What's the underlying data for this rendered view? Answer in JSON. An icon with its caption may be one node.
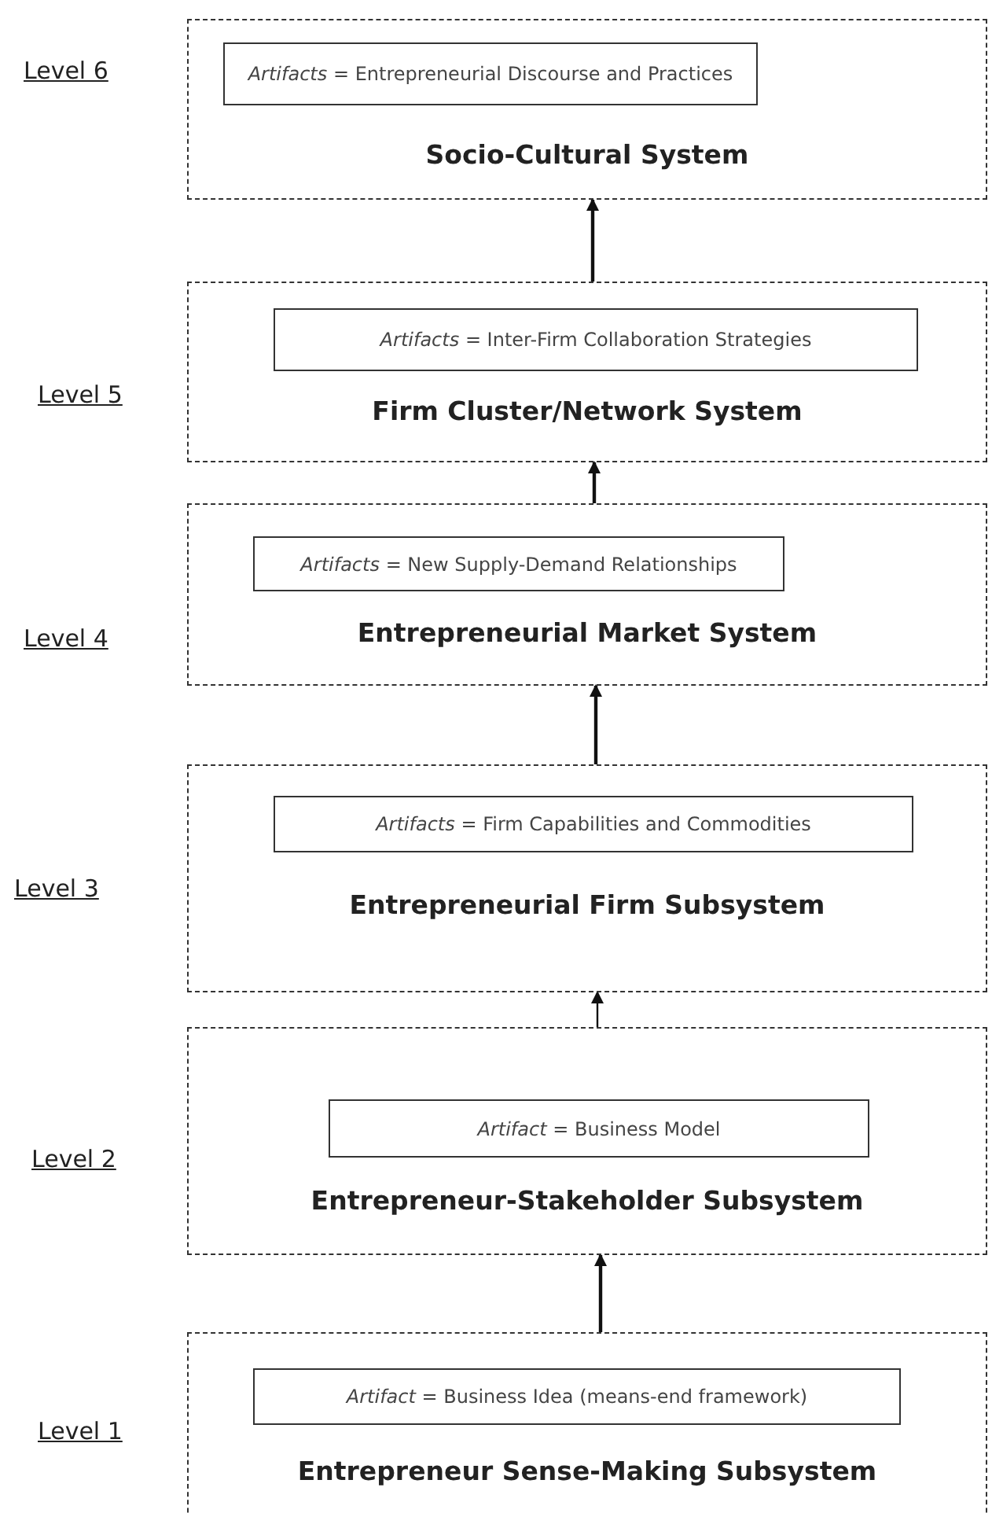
{
  "diagram": {
    "nodes": [
      {
        "text": [
          "Socio-Cultural System"
        ],
        "beside": [
          "Level 6"
        ]
      },
      {
        "text": [
          "*Artifacts* = Entrepreneurial Discourse and Practices"
        ],
        "in": 0
      },
      {
        "text": [
          "Firm Cluster/Network System"
        ],
        "beside": [
          "Level 5"
        ]
      },
      {
        "text": [
          "*Artifacts* = Inter-Firm Collaboration Strategies"
        ],
        "in": 2
      },
      {
        "text": [
          "Entrepreneurial Market System"
        ],
        "beside": [
          "Level 4"
        ]
      },
      {
        "text": [
          "*Artifacts* = New Supply-Demand Relationships"
        ],
        "in": 4
      },
      {
        "text": [
          "Entrepreneurial Firm Subsystem"
        ],
        "beside": [
          "Level 3"
        ]
      },
      {
        "text": [
          "*Artifacts* = Firm Capabilities and Commodities"
        ],
        "in": 6
      },
      {
        "text": [
          "Entrepreneur-Stakeholder Subsystem"
        ],
        "beside": [
          "Level 2"
        ]
      },
      {
        "text": [
          "*Artifact* = Business Model"
        ],
        "in": 8
      },
      {
        "text": [
          "Entrepreneur Sense-Making Subsystem"
        ],
        "beside": [
          "Level 1"
        ]
      },
      {
        "text": [
          "*Artifact* = Business Idea (means-end framework)"
        ],
        "in": 10
      }
    ],
    "edges": [
      {
        "from": 2,
        "to": 0,
        "arrow": "to"
      },
      {
        "from": 4,
        "to": 2,
        "arrow": "to"
      },
      {
        "from": 6,
        "to": 4,
        "arrow": "to"
      },
      {
        "from": 8,
        "to": 6,
        "arrow": "to"
      },
      {
        "from": 10,
        "to": 8,
        "arrow": "to"
      }
    ]
  }
}
